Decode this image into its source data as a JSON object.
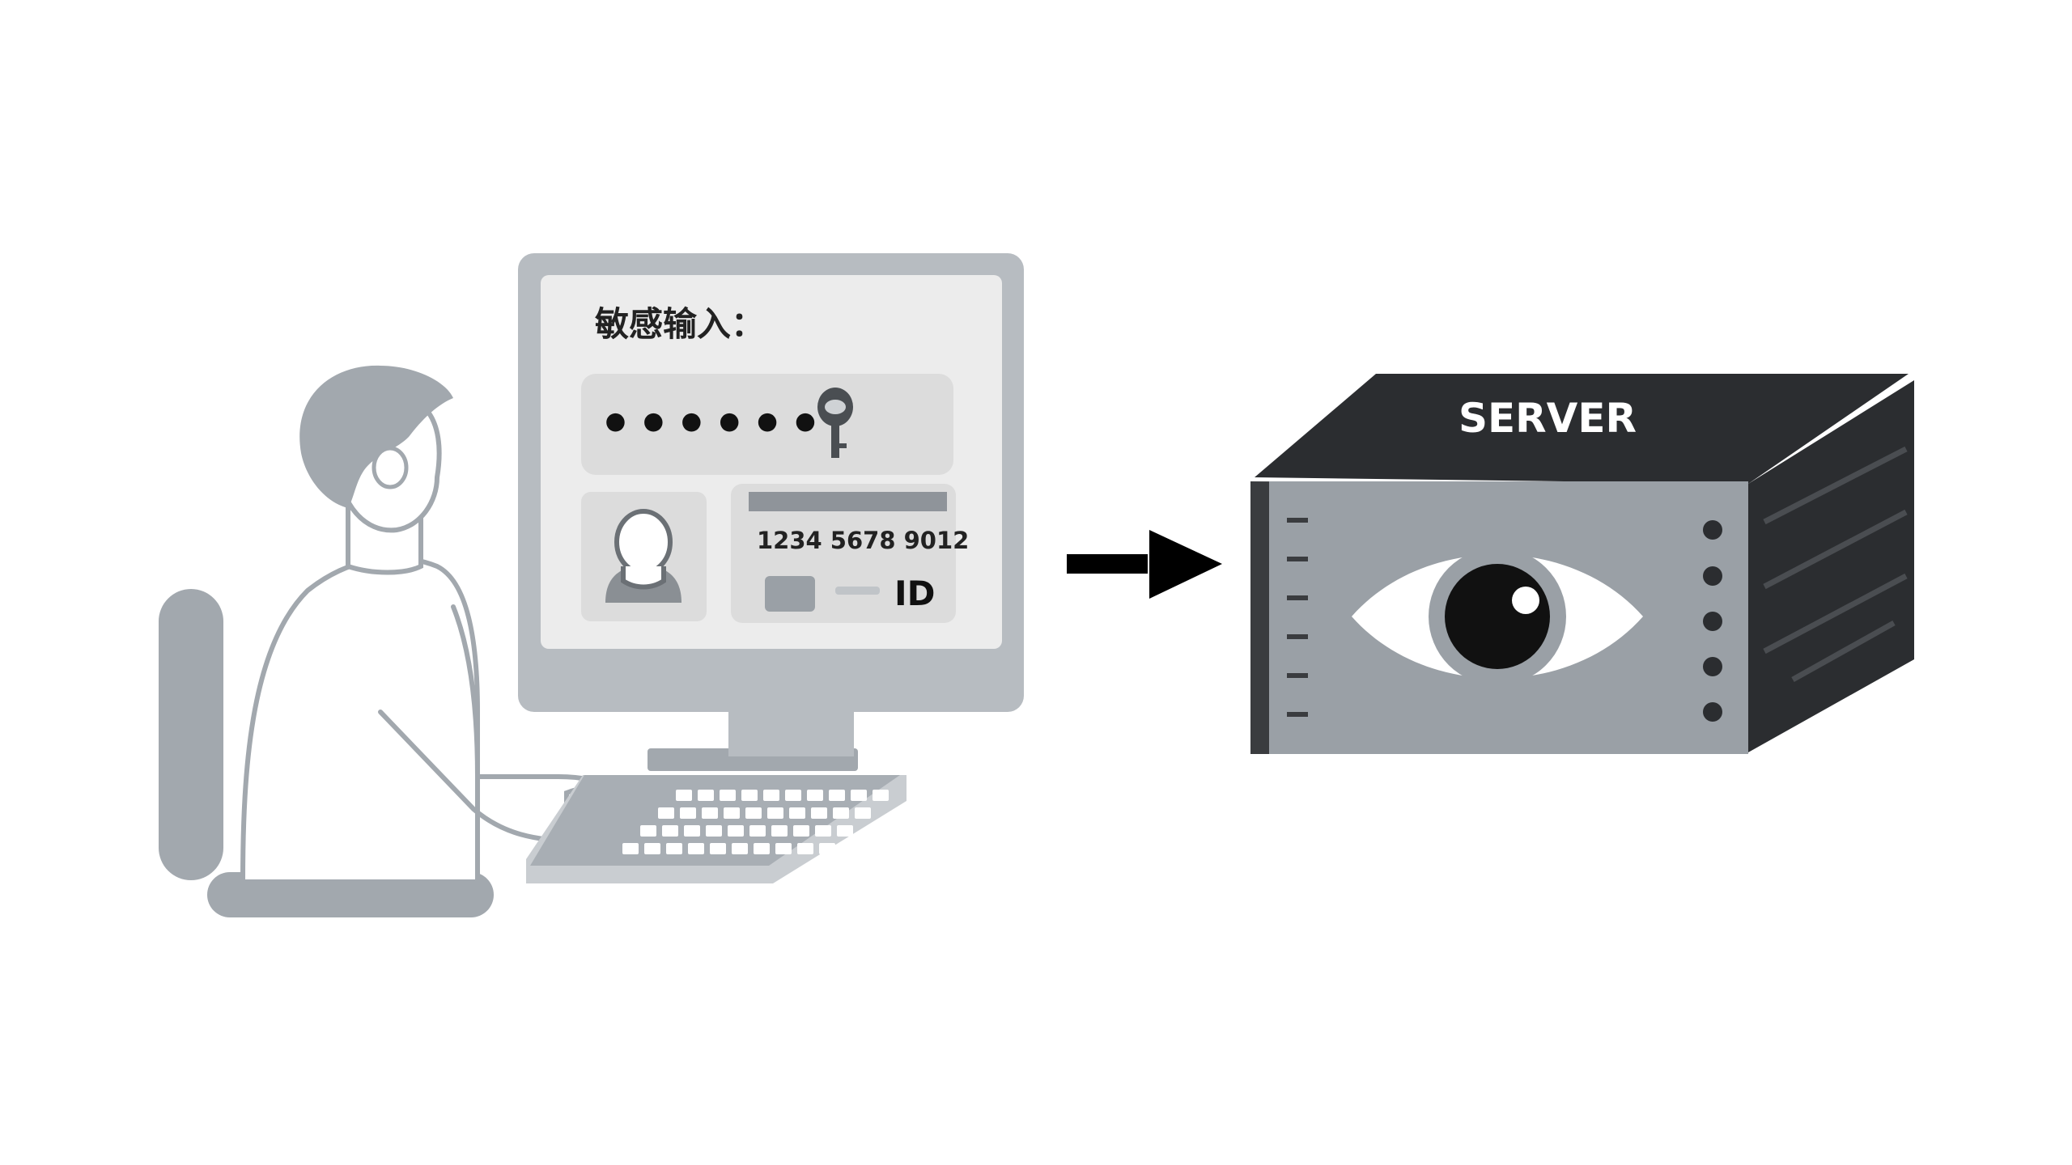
{
  "monitor": {
    "prompt_label": "敏感输入：",
    "password_mask": "••••••",
    "id_card": {
      "number": "1234 5678 9012",
      "type_label": "ID"
    }
  },
  "server": {
    "label": "SERVER"
  },
  "icons": {
    "person": "person-at-computer-icon",
    "key": "key-icon",
    "user_avatar": "user-avatar-icon",
    "arrow": "arrow-right-icon",
    "eye": "eye-icon"
  },
  "colors": {
    "background": "#ffffff",
    "figure_gray": "#a2a8ae",
    "monitor_screen": "#ececec",
    "server_dark": "#2b2d30",
    "server_front": "#9aa0a6",
    "arrow": "#000000"
  }
}
